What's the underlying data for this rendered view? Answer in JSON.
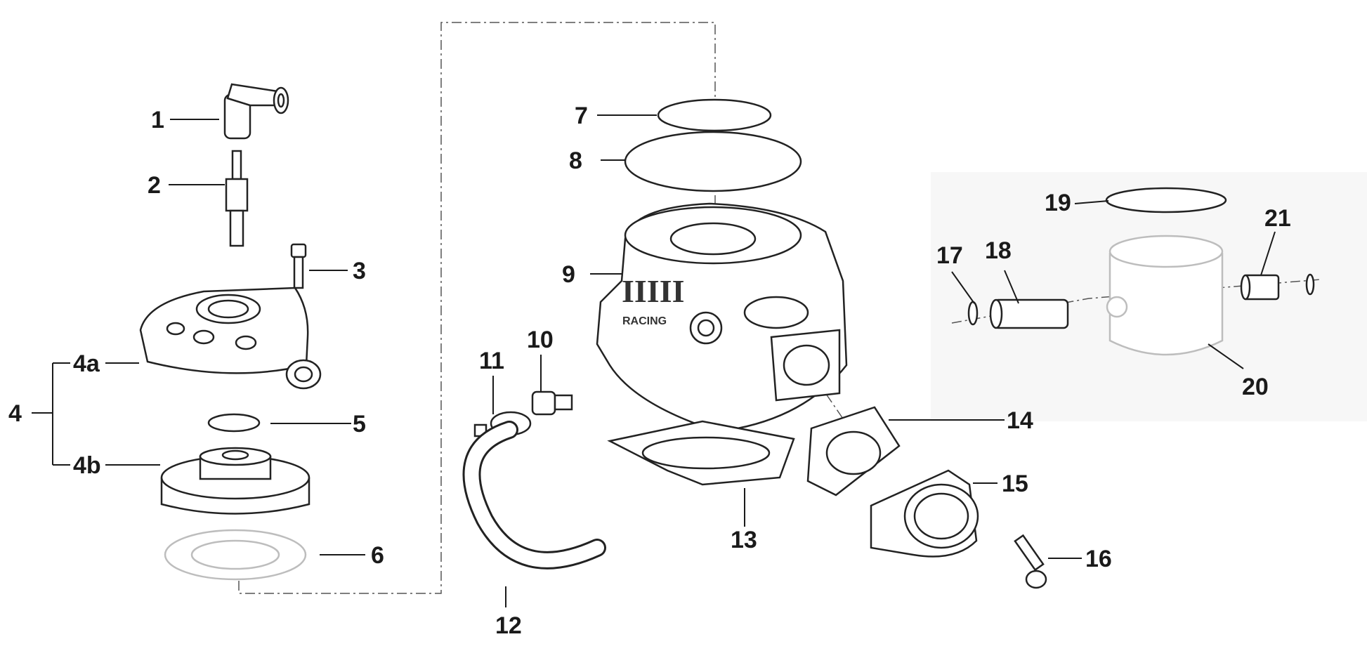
{
  "callouts": [
    {
      "id": "1",
      "label": "1"
    },
    {
      "id": "2",
      "label": "2"
    },
    {
      "id": "3",
      "label": "3"
    },
    {
      "id": "4",
      "label": "4"
    },
    {
      "id": "4a",
      "label": "4a"
    },
    {
      "id": "4b",
      "label": "4b"
    },
    {
      "id": "5",
      "label": "5"
    },
    {
      "id": "6",
      "label": "6"
    },
    {
      "id": "7",
      "label": "7"
    },
    {
      "id": "8",
      "label": "8"
    },
    {
      "id": "9",
      "label": "9"
    },
    {
      "id": "10",
      "label": "10"
    },
    {
      "id": "11",
      "label": "11"
    },
    {
      "id": "12",
      "label": "12"
    },
    {
      "id": "13",
      "label": "13"
    },
    {
      "id": "14",
      "label": "14"
    },
    {
      "id": "15",
      "label": "15"
    },
    {
      "id": "16",
      "label": "16"
    },
    {
      "id": "17",
      "label": "17"
    },
    {
      "id": "18",
      "label": "18"
    },
    {
      "id": "19",
      "label": "19"
    },
    {
      "id": "20",
      "label": "20"
    },
    {
      "id": "21",
      "label": "21"
    }
  ],
  "cylinder_logo": {
    "line1": "IIIII",
    "line2": "RACING"
  }
}
